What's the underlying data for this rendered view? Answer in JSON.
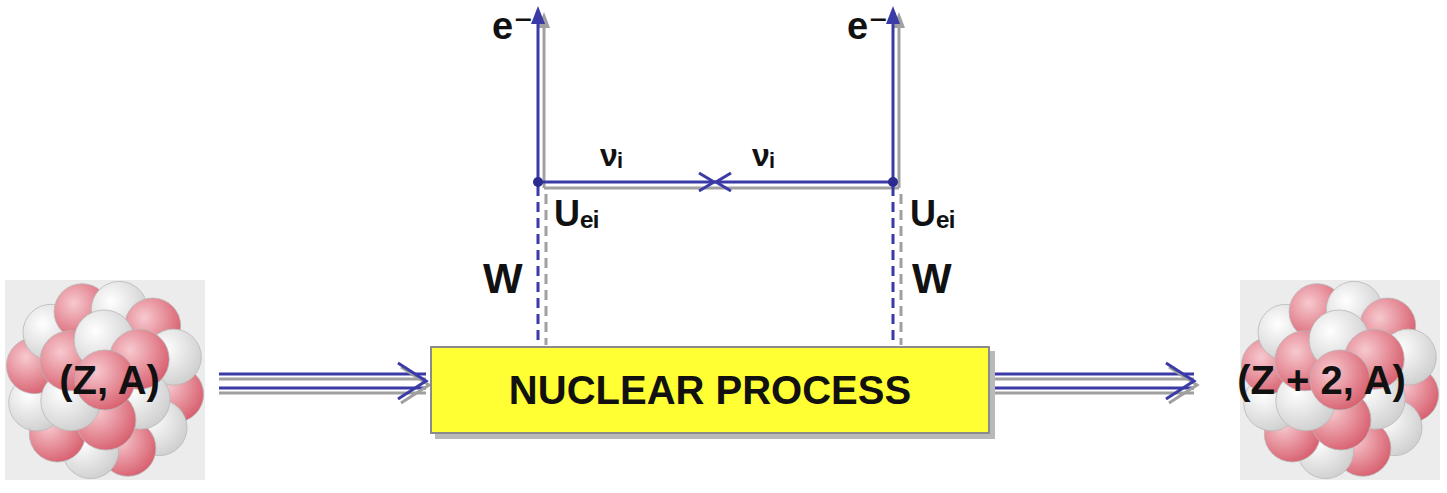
{
  "diagram": {
    "nodes": [
      {
        "text": [
          "(Z, A)"
        ]
      },
      {
        "text": [
          "NUCLEAR PROCESS"
        ]
      },
      {
        "text": [
          "(Z + 2, A)"
        ]
      }
    ],
    "edges": [
      {
        "from": 0,
        "to": 1,
        "arrow": "to"
      },
      {
        "from": 1,
        "to": 2,
        "arrow": "to"
      }
    ],
    "labels": [
      "e⁻",
      "e⁻",
      "νᵢ",
      "νᵢ",
      "Uₑᵢ",
      "Uₑᵢ",
      "W",
      "W"
    ]
  }
}
